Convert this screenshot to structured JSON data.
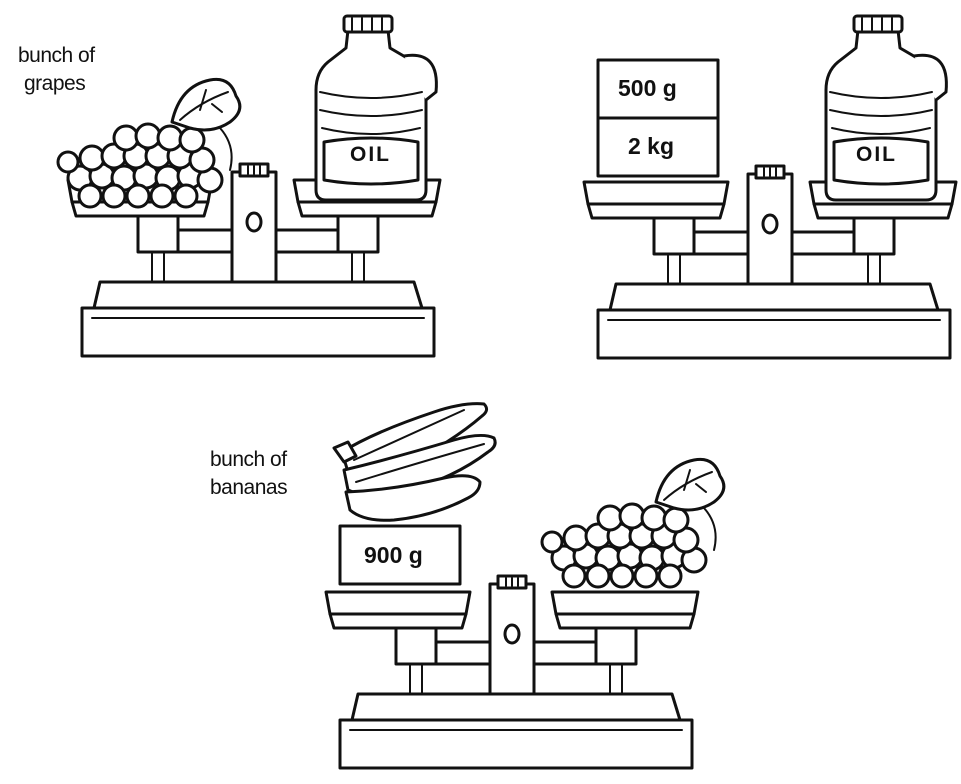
{
  "scale_1": {
    "left_item_label_line1": "bunch of",
    "left_item_label_line2": "grapes",
    "right_item_text": "OIL"
  },
  "scale_2": {
    "weight_top_label": "500 g",
    "weight_bottom_label": "2 kg",
    "right_item_text": "OIL"
  },
  "scale_3": {
    "left_item_label_line1": "bunch of",
    "left_item_label_line2": "bananas",
    "weight_label": "900 g"
  }
}
